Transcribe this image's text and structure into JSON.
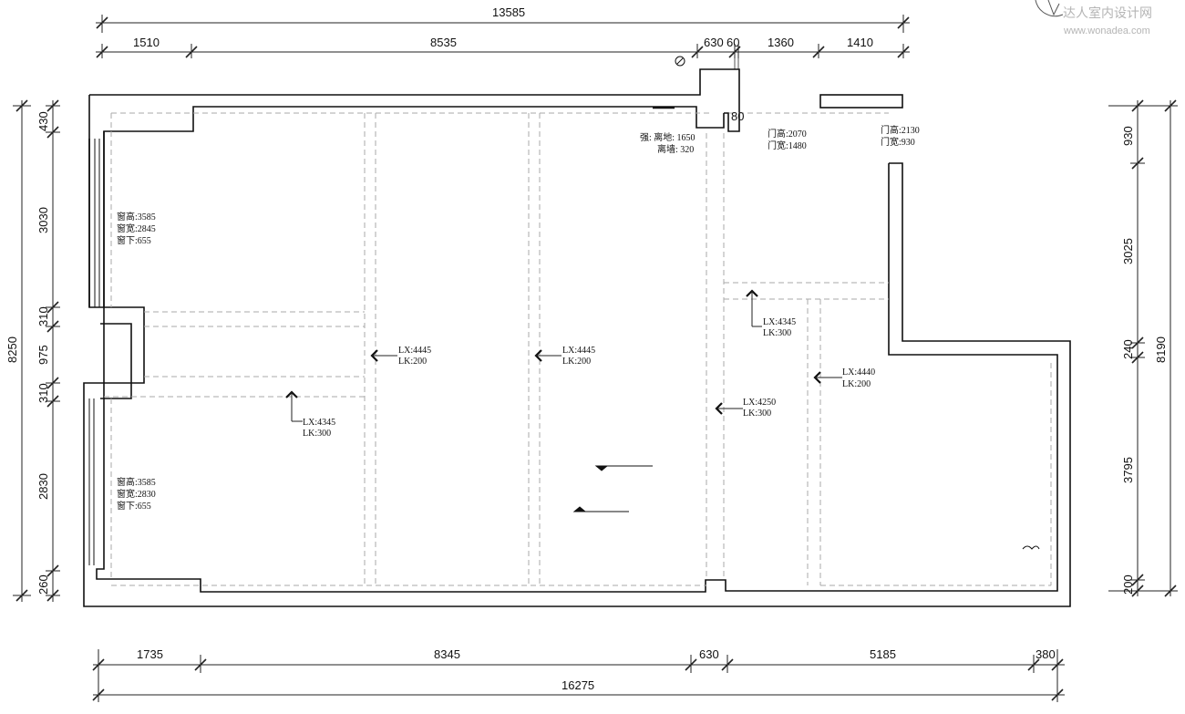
{
  "watermark": {
    "title": "达人室内设计网",
    "url": "www.wonadea.com"
  },
  "dimensions": {
    "top_total": "13585",
    "top_segments": [
      "1510",
      "8535",
      "630",
      "60",
      "1360",
      "1410"
    ],
    "bottom_segments": [
      "1735",
      "8345",
      "630",
      "5185",
      "380"
    ],
    "bottom_total": "16275",
    "left_total": "8250",
    "left_segments": [
      "430",
      "3030",
      "310",
      "975",
      "310",
      "2830",
      "260"
    ],
    "right_total": "8190",
    "right_segments": [
      "930",
      "3025",
      "240",
      "3795",
      "200"
    ],
    "small_80": "80"
  },
  "notes": {
    "window_upper": [
      "窗高:3585",
      "窗宽:2845",
      "窗下:655"
    ],
    "window_lower": [
      "窗高:3585",
      "窗宽:2830",
      "窗下:655"
    ],
    "strong_box": [
      "强: 离地: 1650",
      "离墙: 320"
    ],
    "door1": [
      "门高:2070",
      "门宽:1480"
    ],
    "door2": [
      "门高:2130",
      "门宽:930"
    ]
  },
  "beams": [
    {
      "lx": "LX:4345",
      "lk": "LK:300"
    },
    {
      "lx": "LX:4445",
      "lk": "LK:200"
    },
    {
      "lx": "LX:4445",
      "lk": "LK:200"
    },
    {
      "lx": "LX:4345",
      "lk": "LK:300"
    },
    {
      "lx": "LX:4250",
      "lk": "LK:300"
    },
    {
      "lx": "LX:4440",
      "lk": "LK:200"
    }
  ]
}
